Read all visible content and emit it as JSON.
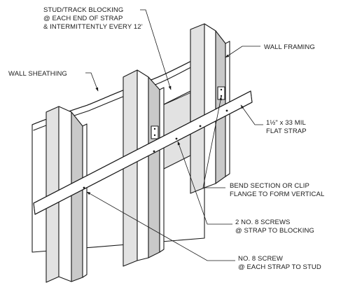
{
  "labels": {
    "blocking_line1": "STUD/TRACK BLOCKING",
    "blocking_line2": "@ EACH END OF STRAP",
    "blocking_line3": "& INTERMITTENTLY EVERY 12’",
    "wall_framing": "WALL FRAMING",
    "wall_sheathing": "WALL SHEATHING",
    "strap_line1": "1½\" x 33 MIL",
    "strap_line2": "FLAT STRAP",
    "bend_line1": "BEND SECTION OR CLIP",
    "bend_line2": "FLANGE TO FORM VERTICAL",
    "screws_line1": "2 NO. 8 SCREWS",
    "screws_line2": "@ STRAP TO BLOCKING",
    "screw_line1": "NO. 8 SCREW",
    "screw_line2": "@ EACH STRAP TO STUD"
  }
}
